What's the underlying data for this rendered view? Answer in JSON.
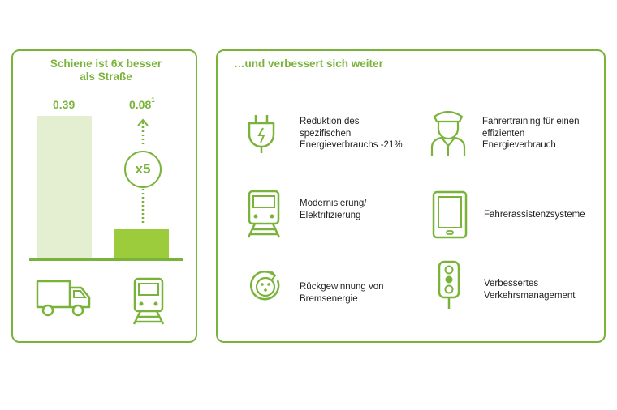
{
  "left_panel": {
    "title_line1": "Schiene ist 6x besser",
    "title_line2": "als Straße",
    "road_value": "0.39",
    "rail_value": "0.08",
    "rail_footnote": "1",
    "factor_label": "x5"
  },
  "chart_data": {
    "type": "bar",
    "categories": [
      "truck",
      "train"
    ],
    "values": [
      0.39,
      0.08
    ],
    "title": "Schiene ist 6x besser als Straße"
  },
  "right_panel": {
    "title": "…und verbessert sich weiter",
    "items": [
      {
        "line1": "Reduktion des",
        "line2": "spezifischen",
        "line3": "Energieverbrauchs -21%",
        "icon": "plug-icon"
      },
      {
        "line1": "Fahrertraining für einen",
        "line2": "effizienten",
        "line3": "Energieverbrauch",
        "icon": "driver-icon"
      },
      {
        "line1": "Modernisierung/",
        "line2": "Elektrifizierung",
        "icon": "train-icon"
      },
      {
        "line1": "Fahrerassistenzsysteme",
        "icon": "tablet-icon"
      },
      {
        "line1": "Rückgewinnung von",
        "line2": "Bremsenergie",
        "icon": "energy-recovery-icon"
      },
      {
        "line1": "Verbessertes",
        "line2": "Verkehrsmanagement",
        "icon": "traffic-light-icon"
      }
    ]
  },
  "colors": {
    "accent": "#7ab33a",
    "bar_light": "#e4efd2",
    "bar_dark": "#9ccc3c"
  }
}
